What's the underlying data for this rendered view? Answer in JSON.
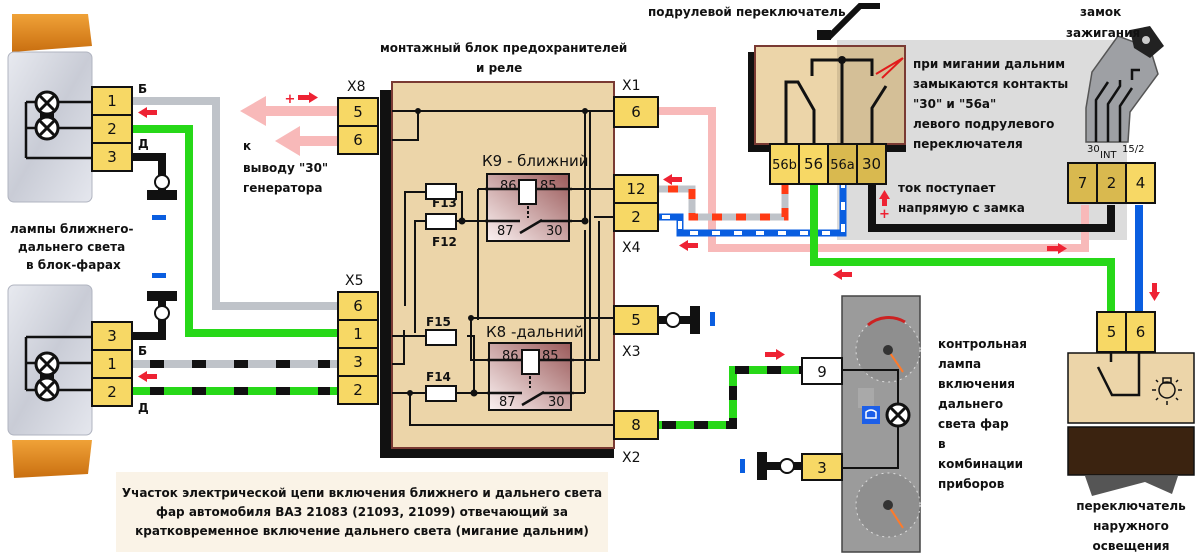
{
  "title": "Участок электрической цепи включения ближнего и дальнего света фар автомобиля ВАЗ 21083 (21093, 21099) отвечающий за кратковременное включение дальнего света (мигание дальним)",
  "caption_lines": [
    "Участок электрической цепи включения ближнего и дальнего света",
    "фар автомобиля ВАЗ 21083 (21093, 21099) отвечающий за",
    "кратковременное включение дальнего света (мигание дальним)"
  ],
  "labels": {
    "headlamps": [
      "лампы ближнего-",
      "дальнего света",
      "в блок-фарах"
    ],
    "fuse_block": [
      "монтажный блок предохранителей",
      "и реле"
    ],
    "generator": [
      "к",
      "выводу \"30\"",
      "генератора"
    ],
    "stalk_switch": "подрулевой переключатель",
    "ignition": [
      "замок",
      "зажигания"
    ],
    "flash_note": [
      "при мигании дальним",
      "замыкаются контакты",
      "\"30\" и \"56a\"",
      "левого подрулевого",
      "переключателя"
    ],
    "current_note": [
      "ток поступает",
      "напрямую с замка"
    ],
    "indicator": [
      "контрольная",
      "лампа",
      "включения",
      "дальнего",
      "света фар",
      "в",
      "комбинации",
      "приборов"
    ],
    "light_switch": [
      "переключатель",
      "наружного",
      "освещения"
    ],
    "wire_b": "Б",
    "wire_d": "Д",
    "plus": "+",
    "minus": "−"
  },
  "connectors": {
    "x8": {
      "name": "X8",
      "pins": [
        "5",
        "6"
      ]
    },
    "x5": {
      "name": "X5",
      "pins": [
        "6",
        "1",
        "3",
        "2"
      ]
    },
    "x1": {
      "name": "X1",
      "pins": [
        "6"
      ]
    },
    "x4": {
      "name": "X4",
      "pins": [
        "12",
        "2"
      ]
    },
    "x3": {
      "name": "X3",
      "pins": [
        "5"
      ]
    },
    "x2": {
      "name": "X2",
      "pins": [
        "8"
      ]
    },
    "headlamp_top": {
      "pins": [
        "1",
        "2",
        "3"
      ]
    },
    "headlamp_bottom": {
      "pins": [
        "3",
        "1",
        "2"
      ]
    },
    "stalk": {
      "pins": [
        "56b",
        "56",
        "56a",
        "30"
      ]
    },
    "ignition": {
      "pins": [
        "7",
        "2",
        "4"
      ],
      "terminals": [
        "30",
        "INT",
        "15/2"
      ]
    },
    "cluster": {
      "pins": [
        "9",
        "3"
      ]
    },
    "light_switch": {
      "pins": [
        "5",
        "6"
      ]
    }
  },
  "relays": {
    "k9": {
      "name": "К9 - ближний",
      "pins": [
        "86",
        "85",
        "87",
        "30"
      ]
    },
    "k8": {
      "name": "К8 -дальний",
      "pins": [
        "86",
        "85",
        "87",
        "30"
      ]
    }
  },
  "fuses": [
    "F13",
    "F12",
    "F15",
    "F14"
  ],
  "colors": {
    "connector": "#f7d865",
    "block": "#ecd5a9",
    "wire_gray": "#bfc3c9",
    "wire_green": "#27d818",
    "wire_pink": "#f8b9b9",
    "wire_blue": "#0a5ee0",
    "wire_red": "#ff3b14",
    "arrow_red": "#ee2233",
    "shade": "#dcdcdc"
  }
}
